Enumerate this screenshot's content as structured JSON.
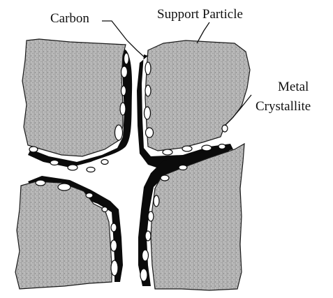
{
  "labels": {
    "carbon": "Carbon",
    "support_particle": "Support Particle",
    "metal_line1": "Metal",
    "metal_line2": "Crystallite"
  },
  "colors": {
    "particle_fill": "#bdbdbd",
    "particle_outline": "#1a1a1a",
    "carbon": "#0b0b0b",
    "crystallite": "#ffffff",
    "background": "#ffffff"
  }
}
